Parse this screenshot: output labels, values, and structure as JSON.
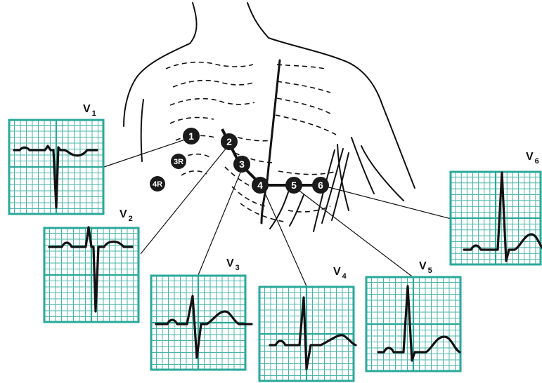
{
  "figure": {
    "colors": {
      "grid": "#29a89a",
      "ink": "#111111",
      "electrode": "#1a1a1a",
      "background": "#ffffff"
    },
    "electrodes": [
      {
        "id": "e1",
        "label": "1"
      },
      {
        "id": "e2",
        "label": "2"
      },
      {
        "id": "e3",
        "label": "3"
      },
      {
        "id": "e4",
        "label": "4"
      },
      {
        "id": "e5",
        "label": "5"
      },
      {
        "id": "e6",
        "label": "6"
      },
      {
        "id": "e3r",
        "label": "3R"
      },
      {
        "id": "e4r",
        "label": "4R"
      }
    ],
    "leads": [
      {
        "id": "v1",
        "letter": "V",
        "number": "1"
      },
      {
        "id": "v2",
        "letter": "V",
        "number": "2"
      },
      {
        "id": "v3",
        "letter": "V",
        "number": "3"
      },
      {
        "id": "v4",
        "letter": "V",
        "number": "4"
      },
      {
        "id": "v5",
        "letter": "V",
        "number": "5"
      },
      {
        "id": "v6",
        "letter": "V",
        "number": "6"
      }
    ]
  }
}
